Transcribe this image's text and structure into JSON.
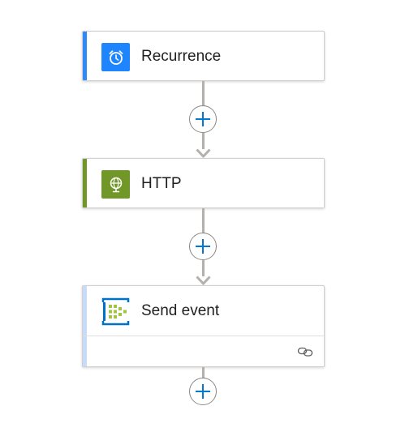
{
  "steps": [
    {
      "title": "Recurrence",
      "icon": "alarm-clock-icon",
      "accent": "#2f89f8",
      "icon_bg": "#1f85ff"
    },
    {
      "title": "HTTP",
      "icon": "globe-icon",
      "accent": "#709727",
      "icon_bg": "#709727"
    },
    {
      "title": "Send event",
      "icon": "event-hub-icon",
      "accent": "#c7dcfb",
      "icon_bg": "#ffffff"
    }
  ],
  "colors": {
    "connector": "#b3b0ad",
    "add_plus": "#0078d4",
    "link_icon": "#605e5c"
  }
}
